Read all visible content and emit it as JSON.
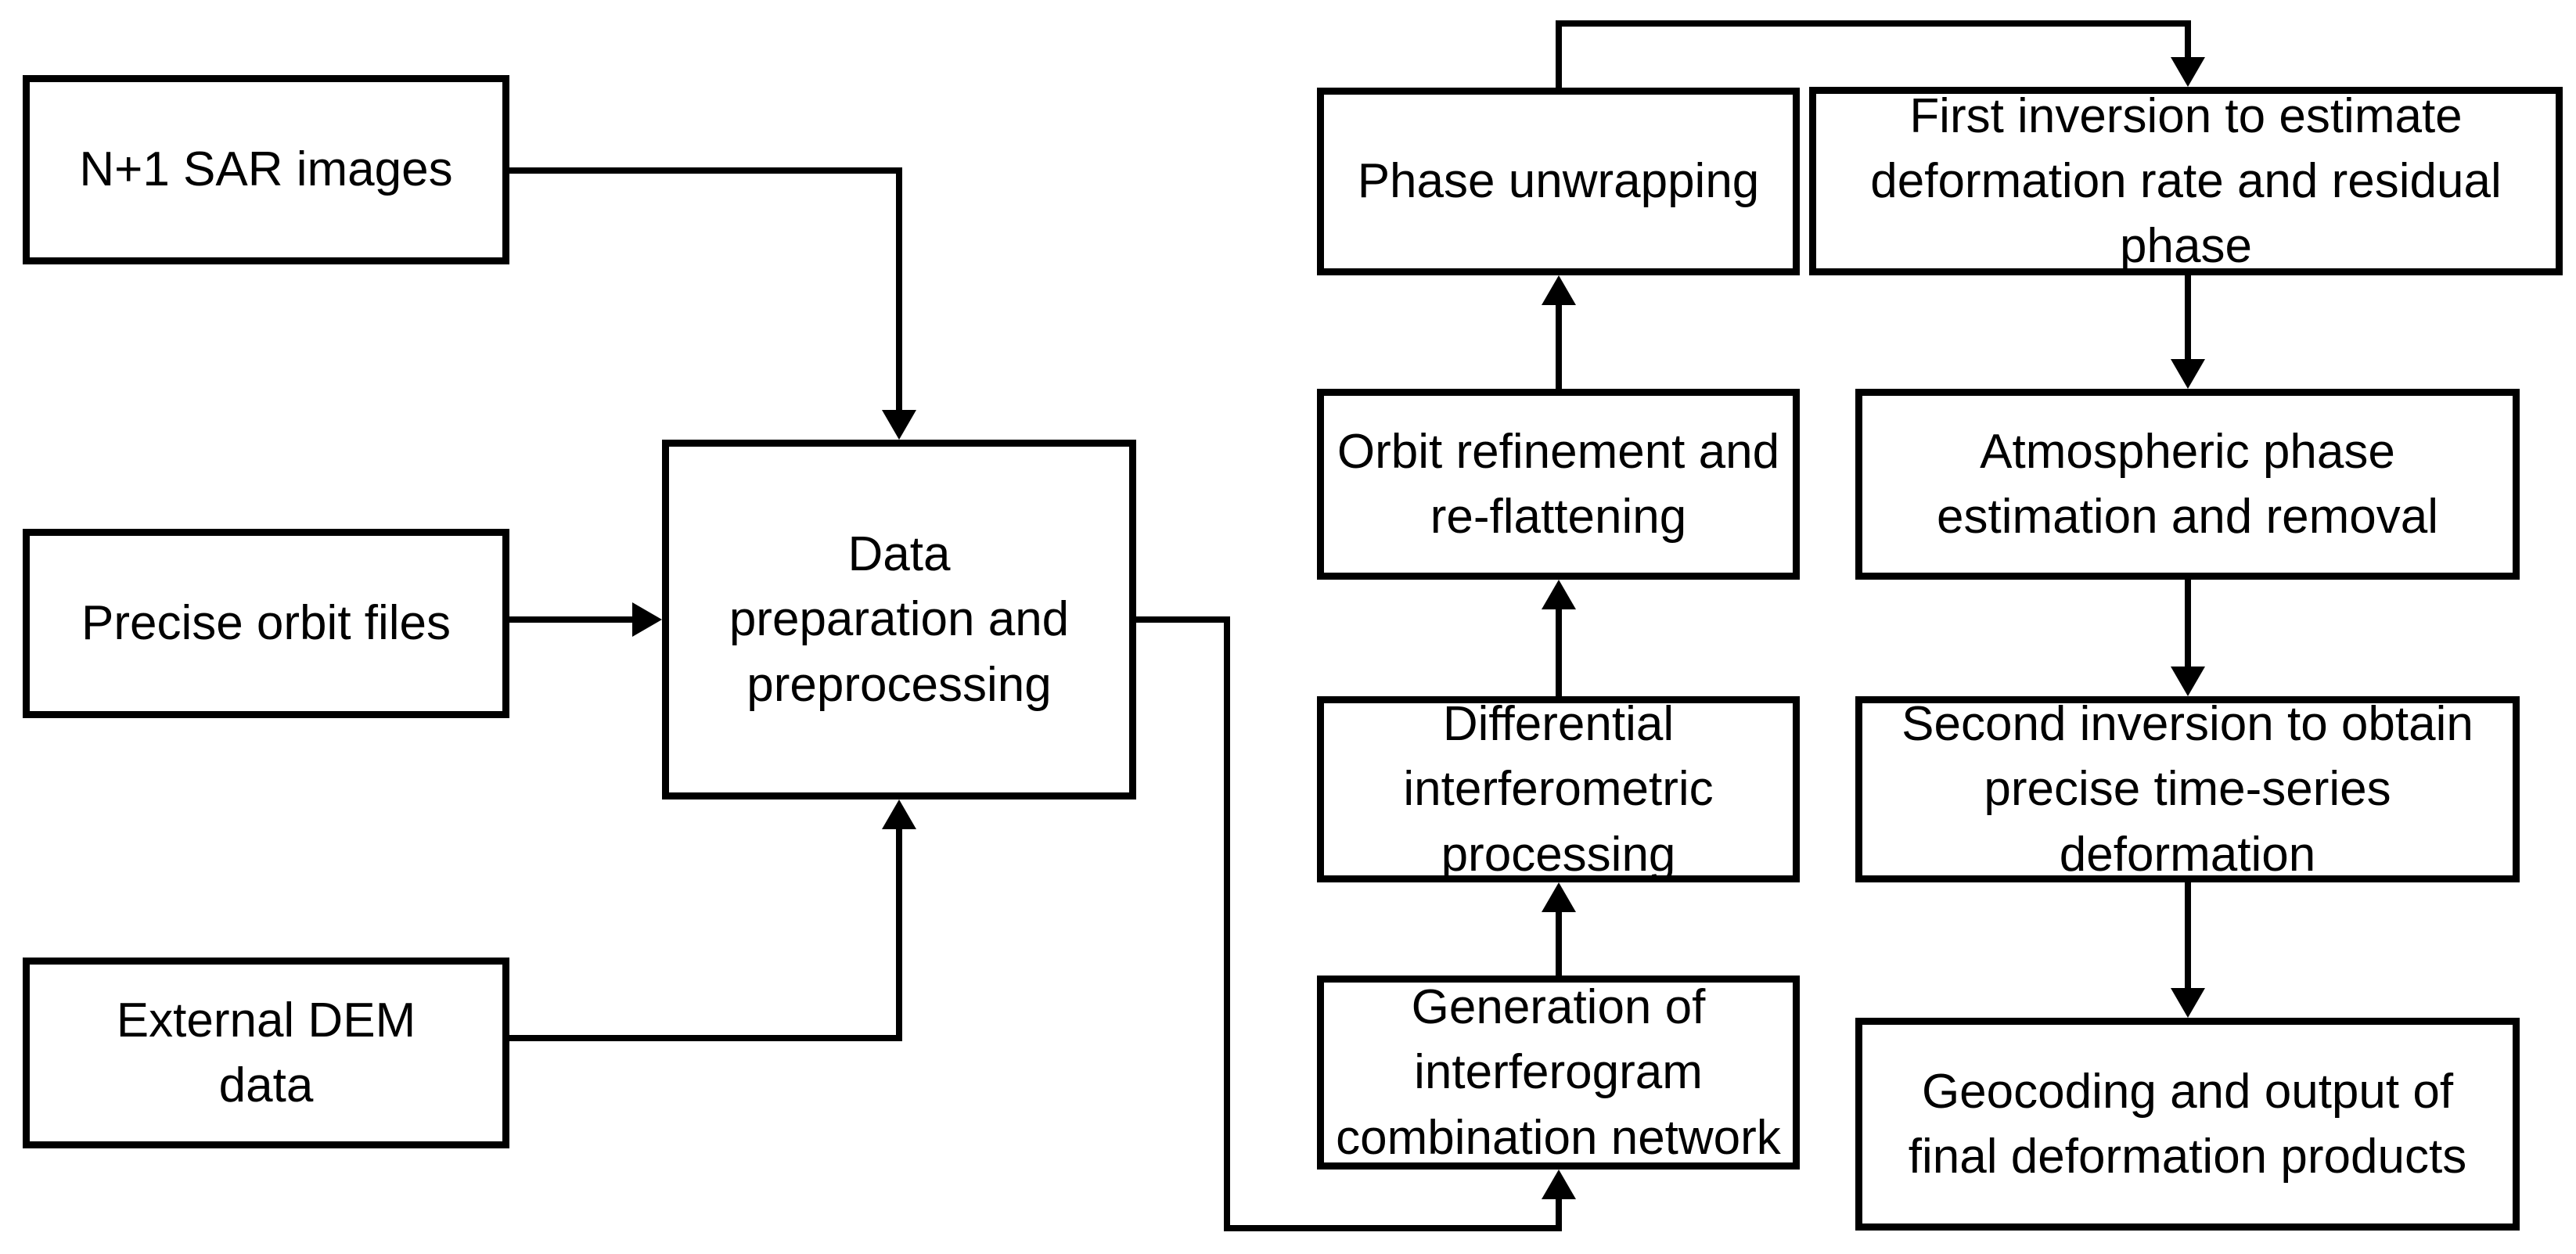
{
  "canvas": {
    "background": "#ffffff",
    "line_color": "#000000",
    "text_color": "#000000"
  },
  "boxes": {
    "sar": {
      "label": [
        "N+1 SAR images"
      ]
    },
    "orbit_files": {
      "label": [
        "Precise orbit files"
      ]
    },
    "dem": {
      "label": [
        "External DEM",
        "data"
      ]
    },
    "prep": {
      "label": [
        "Data",
        "preparation and",
        "preprocessing"
      ]
    },
    "unwrap": {
      "label": [
        "Phase unwrapping"
      ]
    },
    "orbit_ref": {
      "label": [
        "Orbit refinement and",
        "re-flattening"
      ]
    },
    "diff": {
      "label": [
        "Differential",
        "interferometric",
        "processing"
      ]
    },
    "gen": {
      "label": [
        "Generation of",
        "interferogram",
        "combination network"
      ]
    },
    "inv1": {
      "label": [
        "First inversion to estimate",
        "deformation rate and residual",
        "phase"
      ]
    },
    "atmo": {
      "label": [
        "Atmospheric phase",
        "estimation and removal"
      ]
    },
    "inv2": {
      "label": [
        "Second inversion to obtain",
        "precise time-series",
        "deformation"
      ]
    },
    "geo": {
      "label": [
        "Geocoding and output of",
        "final deformation products"
      ]
    }
  }
}
